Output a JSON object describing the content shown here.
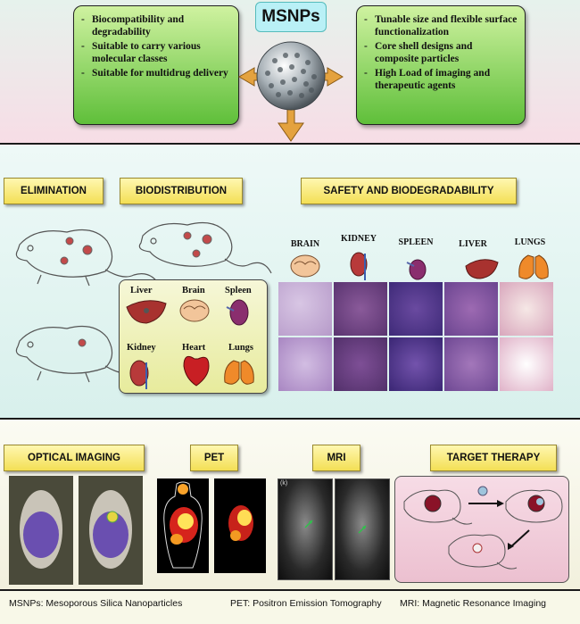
{
  "hub": {
    "title": "MSNPs"
  },
  "left_box": {
    "items": [
      "Biocompatibility and degradability",
      "Suitable to carry various molecular classes",
      "Suitable for multidrug delivery"
    ]
  },
  "right_box": {
    "items": [
      "Tunable size and flexible surface functionalization",
      "Core shell designs and composite particles",
      "High Load of imaging and therapeutic agents"
    ]
  },
  "sections": {
    "elimination": "ELIMINATION",
    "biodistribution": "BIODISTRIBUTION",
    "safety": "SAFETY AND BIODEGRADABILITY",
    "optical": "OPTICAL IMAGING",
    "pet": "PET",
    "mri": "MRI",
    "therapy": "TARGET THERAPY"
  },
  "safety_organs": [
    "BRAIN",
    "KIDNEY",
    "SPLEEN",
    "LIVER",
    "LUNGS"
  ],
  "biodistribution_organs": [
    "Liver",
    "Brain",
    "Spleen",
    "Kidney",
    "Heart",
    "Lungs"
  ],
  "mri_panel_letter": "(k)",
  "footer": {
    "msnp": "MSNPs: Mesoporous Silica Nanoparticles",
    "pet": "PET: Positron Emission Tomography",
    "mri": "MRI: Magnetic Resonance Imaging"
  },
  "colors": {
    "green_box": "#5fbf3a",
    "label_yellow": "#f3df55",
    "arrow_orange": "#e4a23f",
    "histology_purple": "#7a4fa6"
  }
}
